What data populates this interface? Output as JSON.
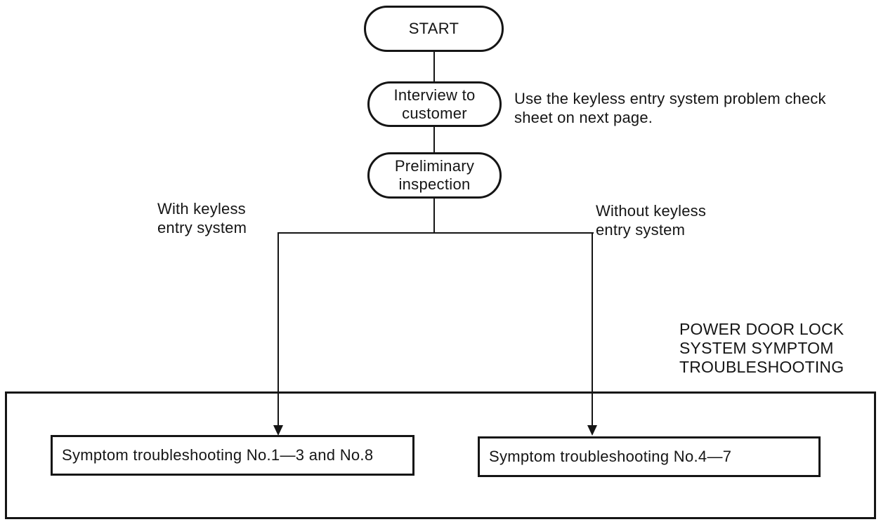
{
  "colors": {
    "ink": "#151515",
    "paper": "#ffffff"
  },
  "diagram": {
    "nodes": {
      "start": {
        "type": "terminator",
        "label": "START"
      },
      "interview": {
        "type": "terminator",
        "lines": [
          "Interview to",
          "customer"
        ]
      },
      "preliminary": {
        "type": "terminator",
        "lines": [
          "Preliminary",
          "inspection"
        ]
      }
    },
    "notes": {
      "interview_note": {
        "lines": [
          "Use the keyless entry system problem check",
          "sheet on next page."
        ]
      },
      "section_caption": {
        "lines": [
          "POWER DOOR LOCK",
          "SYSTEM SYMPTOM",
          "TROUBLESHOOTING"
        ]
      }
    },
    "branches": {
      "left": {
        "condition_lines": [
          "With keyless",
          "entry system"
        ],
        "result": "Symptom troubleshooting No.1—3 and No.8"
      },
      "right": {
        "condition_lines": [
          "Without keyless",
          "entry system"
        ],
        "result": "Symptom troubleshooting No.4—7"
      }
    }
  }
}
